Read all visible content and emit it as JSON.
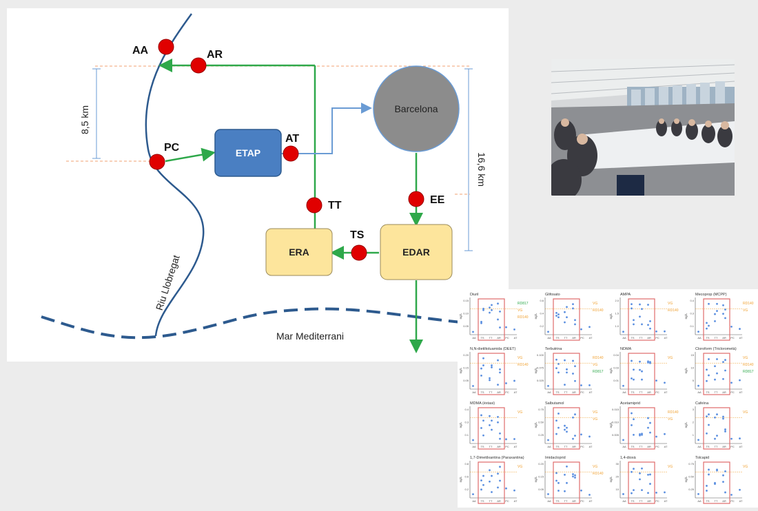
{
  "diagram": {
    "points": {
      "AA": "AA",
      "AR": "AR",
      "PC": "PC",
      "AT": "AT",
      "TT": "TT",
      "EE": "EE",
      "TS": "TS"
    },
    "boxes": {
      "etap": "ETAP",
      "era": "ERA",
      "edar": "EDAR"
    },
    "city": "Barcelona",
    "river": "Riu Llobregat",
    "sea": "Mar Mediterrani",
    "dist_left": "8,5 km",
    "dist_right": "16,6 km"
  },
  "panels": [
    {
      "title": "Diuril",
      "ymax": "0.15",
      "ymid": "0.10",
      "ylow": "0.05",
      "ref": [
        "RD817",
        "VG",
        "RD140"
      ]
    },
    {
      "title": "Glifosato",
      "ymax": "0.6",
      "ymid": "0.4",
      "ylow": "0.2",
      "ref": [
        "VG",
        "RD140"
      ]
    },
    {
      "title": "AMPA",
      "ymax": "2.0",
      "ymid": "1.5",
      "ylow": "1.0",
      "ref": [
        "VG",
        "RD140"
      ]
    },
    {
      "title": "Mecoprop (MCPP)",
      "ymax": "0.4",
      "ymid": "0.3",
      "ylow": "0.1",
      "ref": [
        "RD140",
        "VG"
      ]
    },
    {
      "title": "N,N-dietiltoluamida (DEET)",
      "ymax": "0.20",
      "ymid": "0.15",
      "ylow": "0.05",
      "ref": [
        "VG",
        "RD140"
      ]
    },
    {
      "title": "Terbutrina",
      "ymax": "0.100",
      "ymid": "0.075",
      "ylow": "0.025",
      "ref": [
        "RD140",
        "VG",
        "RD817"
      ]
    },
    {
      "title": "NDMA",
      "ymax": "0.04",
      "ymid": "0.03",
      "ylow": "0.01",
      "ref": [
        "VG"
      ]
    },
    {
      "title": "Cloroform (Triclorometà)",
      "ymax": "15",
      "ymid": "10",
      "ylow": "5",
      "ref": [
        "VG",
        "RD140",
        "RD817"
      ]
    },
    {
      "title": "MDMA (èxtasi)",
      "ymax": "0.4",
      "ymid": "0.3",
      "ylow": "0.1",
      "ref": [
        "VG"
      ]
    },
    {
      "title": "Salbutamol",
      "ymax": "0.75",
      "ymid": "0.50",
      "ylow": "0.25",
      "ref": [
        "VG",
        "VG"
      ]
    },
    {
      "title": "Acetamiprid",
      "ymax": "0.015",
      "ymid": "0.010",
      "ylow": "0.005",
      "ref": [
        "RD140",
        "VG"
      ]
    },
    {
      "title": "Cafeïna",
      "ymax": "3",
      "ymid": "2",
      "ylow": "1",
      "ref": [
        "VG"
      ]
    },
    {
      "title": "1,7-Dimetilxantina (Paraxantina)",
      "ymax": "0.8",
      "ymid": "0.6",
      "ylow": "0.2",
      "ref": [
        "VG"
      ]
    },
    {
      "title": "Imidacloprid",
      "ymax": "0.20",
      "ymid": "0.15",
      "ylow": "0.05",
      "ref": [
        "VG",
        "RD140"
      ]
    },
    {
      "title": "1,4-dioxà",
      "ymax": "30",
      "ymid": "20",
      "ylow": "10",
      "ref": [
        "VG"
      ]
    },
    {
      "title": "Tolcapid",
      "ymax": "0.75",
      "ymid": "0.50",
      "ylow": "0.25",
      "ref": [
        "VG"
      ]
    }
  ],
  "axis": {
    "ylabel": "ng/L",
    "cats": [
      "AA",
      "TS",
      "TT",
      "AR",
      "PC",
      "AT"
    ]
  },
  "colors": {
    "dot": "#e00000",
    "flow": "#2ea84a",
    "river": "#2d5a8e",
    "etap": "#4a7fc2",
    "plant": "#fde59c",
    "city": "#8c8c8c",
    "redbox": "#e06a6a",
    "point": "#5b8fe0"
  }
}
